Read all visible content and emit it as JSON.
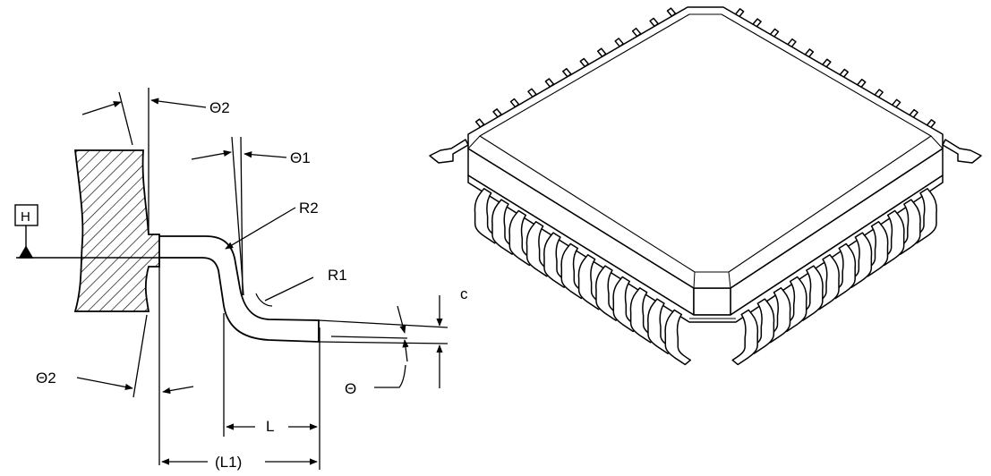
{
  "labels": {
    "theta2_top": "Θ2",
    "theta1": "Θ1",
    "r2": "R2",
    "r1": "R1",
    "c": "c",
    "theta2_bottom": "Θ2",
    "theta": "Θ",
    "l": "L",
    "l1": "(L1)",
    "datum_h": "H"
  },
  "colors": {
    "ink": "#000000",
    "package_fill": "#ffffff",
    "hatch": "#000000"
  },
  "package": {
    "leads_per_side": 12
  }
}
